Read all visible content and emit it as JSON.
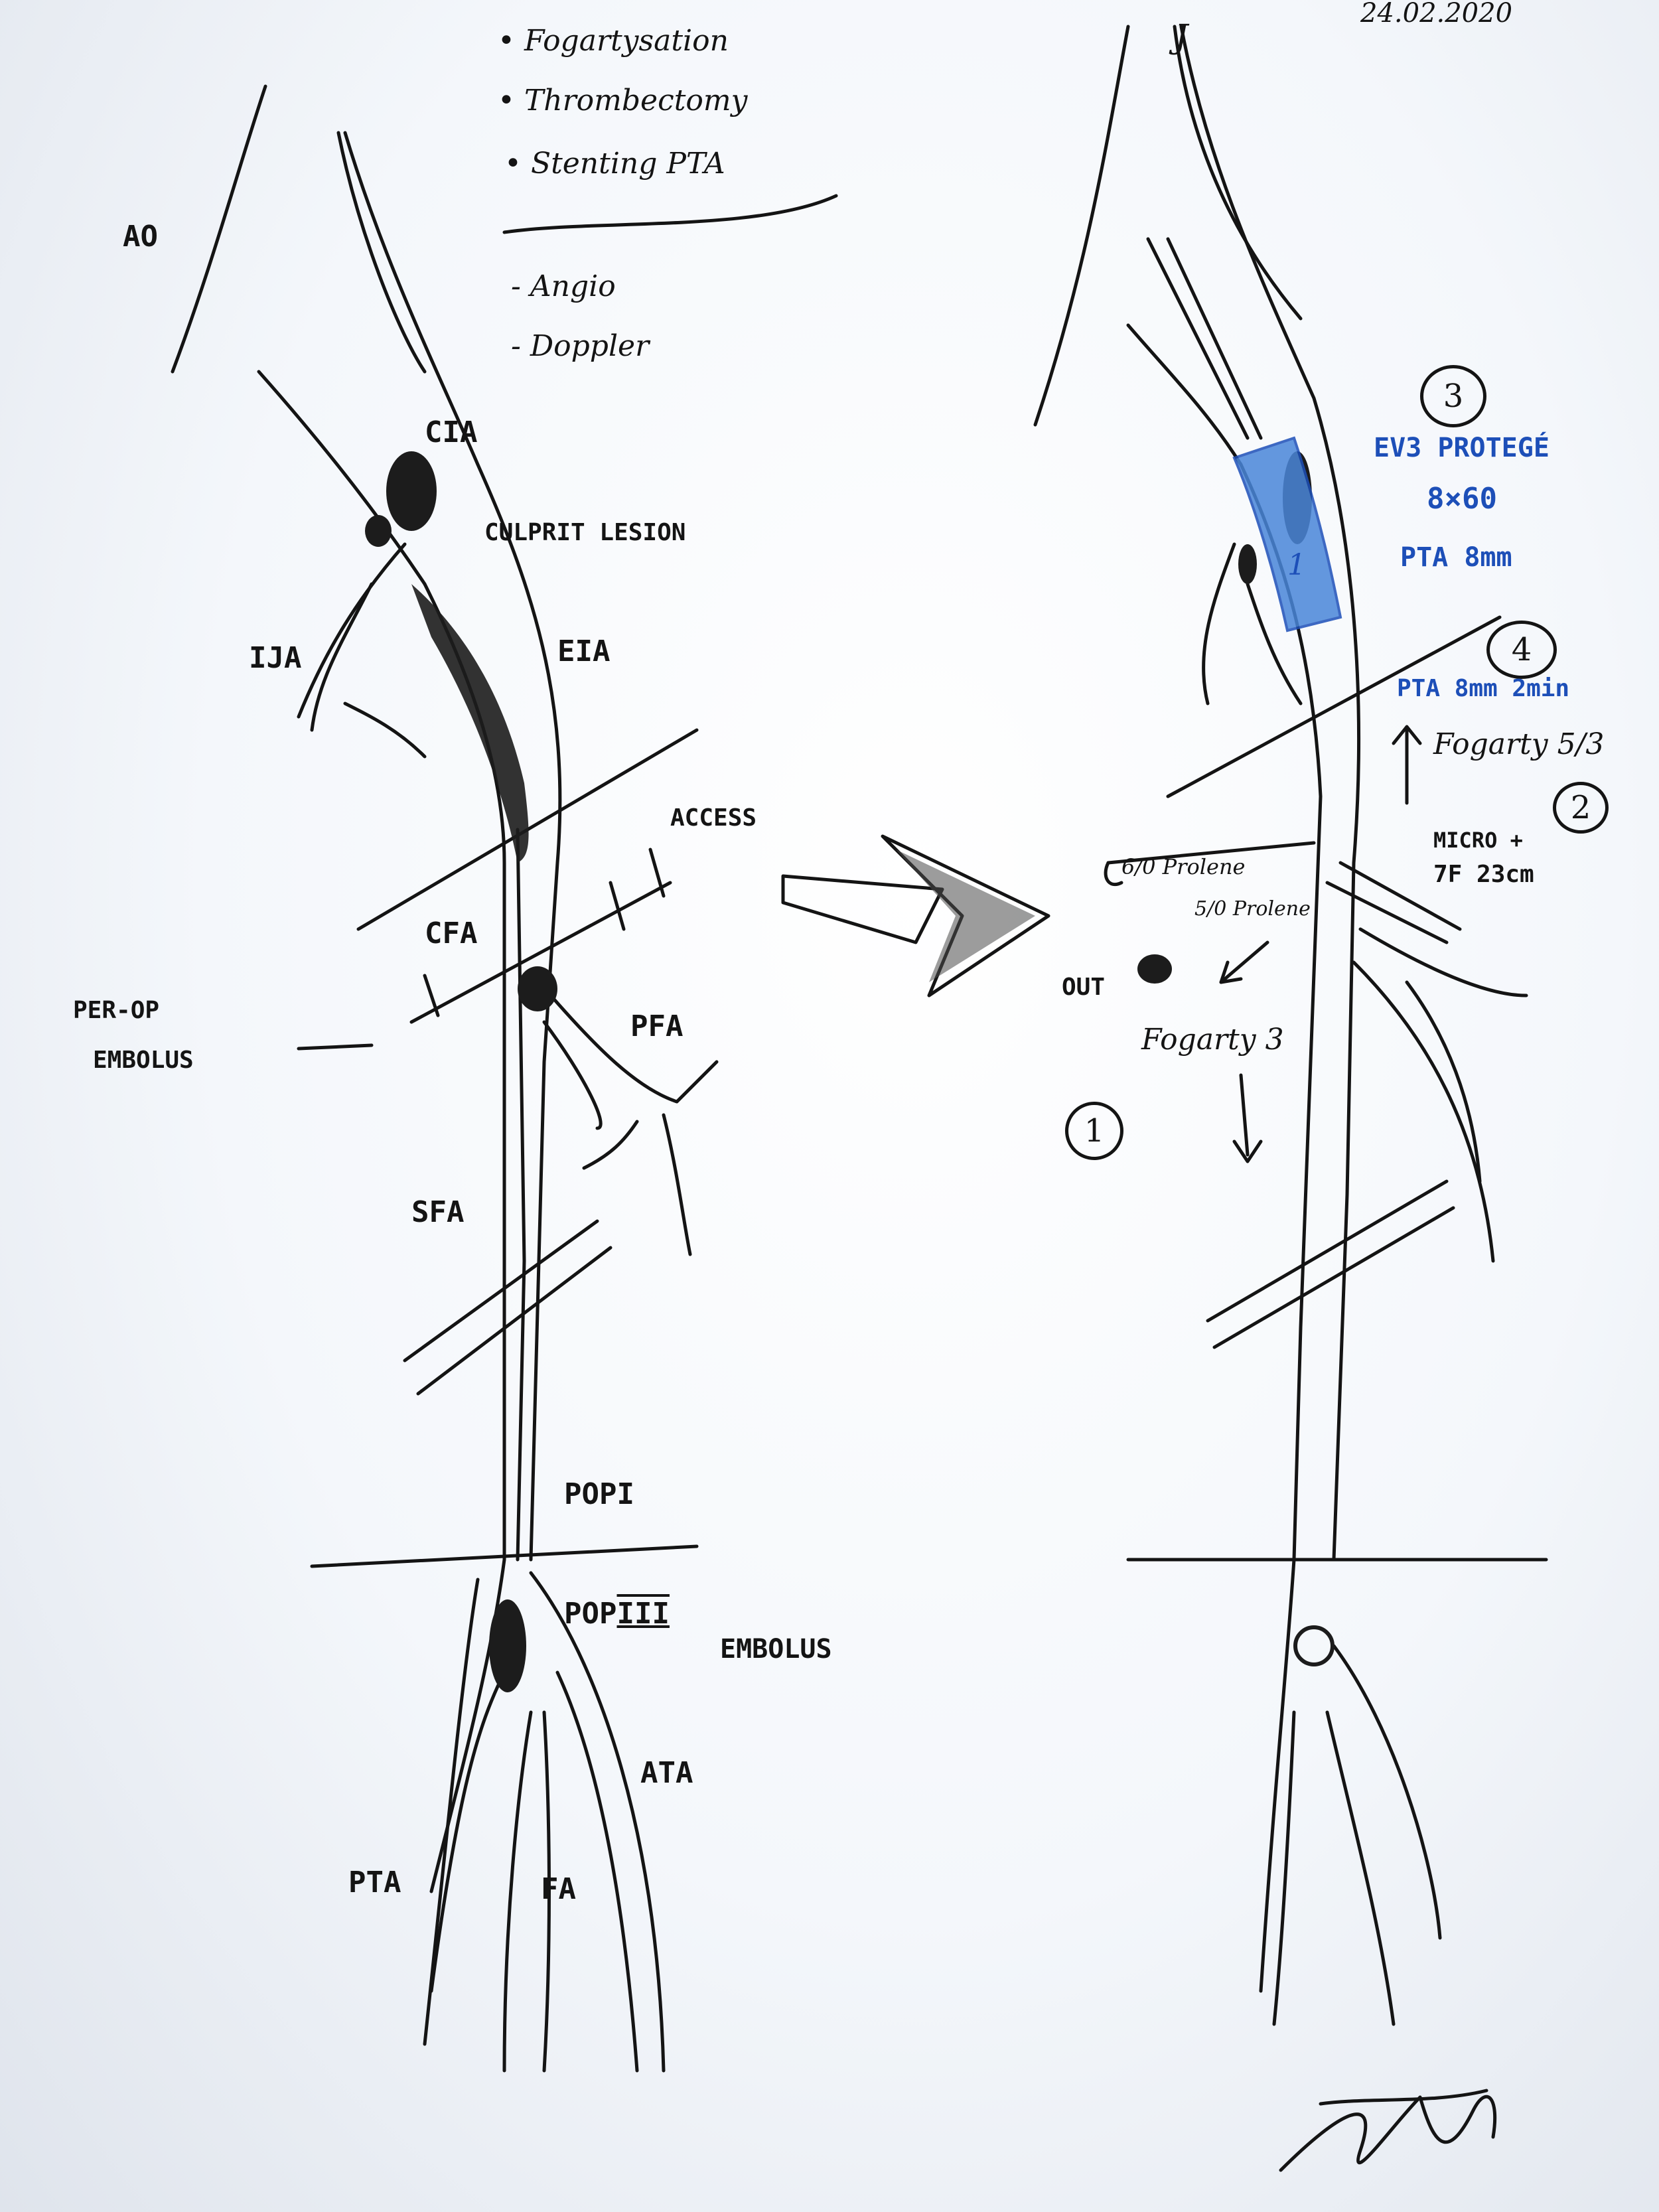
{
  "header": {
    "date": "24.02.2020",
    "side_mark": "J"
  },
  "plan_items": [
    "• Fogartysation",
    "• Thrombectomy",
    "• Stenting PTA"
  ],
  "pre_op_items": [
    "- Angio",
    "- Doppler"
  ],
  "left_diagram": {
    "ao": "AO",
    "cia": "CIA",
    "culprit": "CULPRIT LESION",
    "ija": "IJA",
    "eia": "EIA",
    "access": "ACCESS",
    "cfa": "CFA",
    "perop_line1": "PER-OP",
    "perop_line2": "EMBOLUS",
    "pfa": "PFA",
    "sfa": "SFA",
    "pop1": "POPI",
    "pop3_prefix": "POP",
    "pop3_numeral": "III",
    "pop3_embolus": "EMBOLUS",
    "ata": "ATA",
    "pta": "PTA",
    "fa": "FA"
  },
  "right_diagram": {
    "step3_number": "3",
    "stent_line1": "EV3 PROTEGÉ",
    "stent_line2": "8×60",
    "stent_line3": "PTA 8mm",
    "step4_number": "4",
    "pta_line": "PTA 8mm 2min",
    "fogarty_up": "Fogarty 5/3",
    "step2_number": "2",
    "micro_line1": "MICRO +",
    "micro_line2": "7F 23cm",
    "prolene_line1": "6/0 Prolene",
    "prolene_line2": "5/0 Prolene",
    "out_label": "OUT",
    "fogarty_down": "Fogarty 3",
    "step1_number": "1",
    "stent_number": "1"
  },
  "colors": {
    "ink": "#141414",
    "blue_ink": "#1d4fb8",
    "stent_fill": "#4a86d9"
  }
}
